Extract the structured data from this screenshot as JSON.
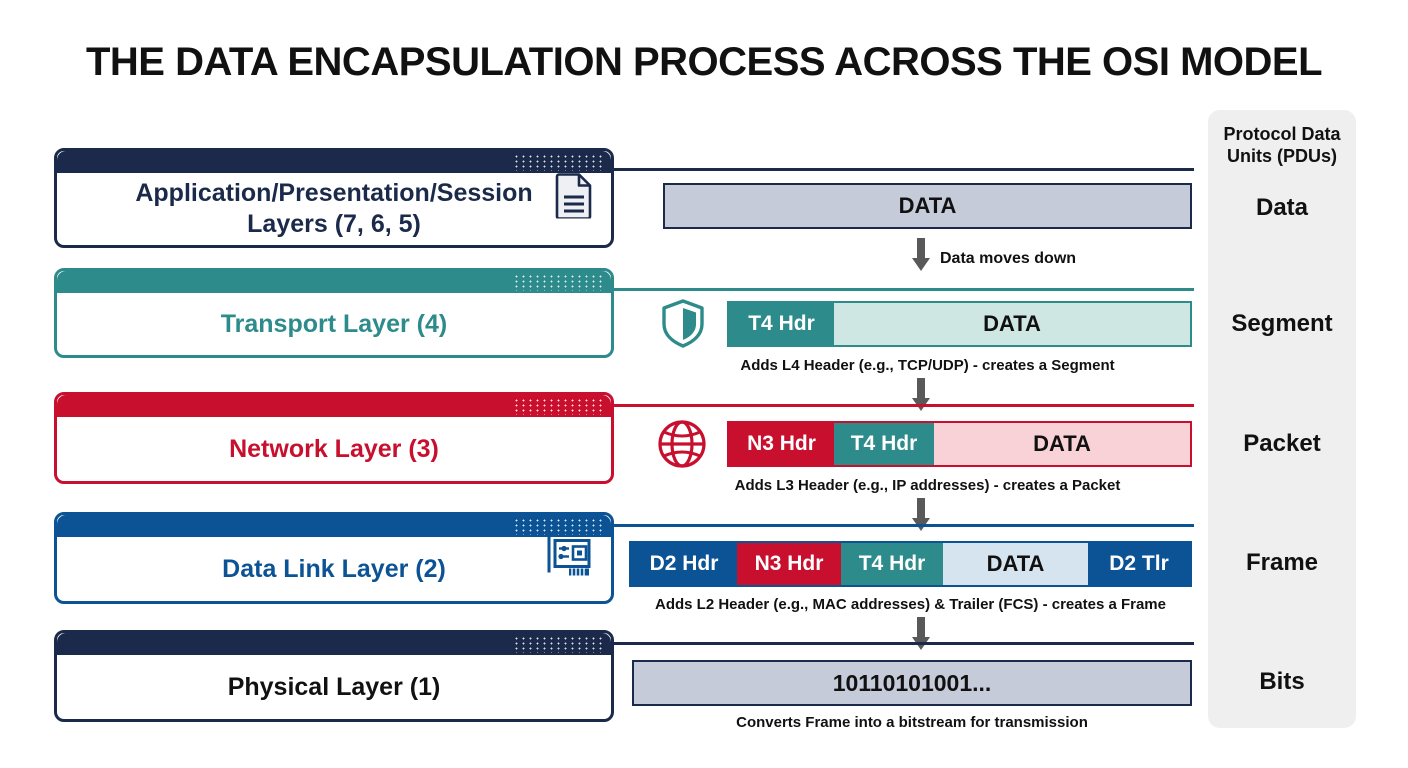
{
  "title": "THE DATA ENCAPSULATION PROCESS ACROSS THE OSI MODEL",
  "pdu_panel": {
    "heading_line1": "Protocol Data",
    "heading_line2": "Units (PDUs)",
    "labels": [
      "Data",
      "Segment",
      "Packet",
      "Frame",
      "Bits"
    ]
  },
  "arrow_note": "Data moves down",
  "colors": {
    "navy": "#1d3557",
    "teal": "#2e8b8b",
    "crimson": "#c8102e",
    "blue": "#0b5394",
    "dark_navy": "#1b2a4a",
    "data_gray": "#c5cbd9",
    "data_teal": "#cfe7e3",
    "data_pink": "#f9d2d8",
    "data_blue": "#d6e4f0",
    "arrow_gray": "#595959",
    "panel_gray": "#efefef"
  },
  "layers": [
    {
      "id": "application",
      "name_line1": "Application/Presentation/Session",
      "name_line2": "Layers (7, 6, 5)",
      "text_color": "#1b2a4a",
      "strip_color": "#1b2a4a",
      "border_color": "#1b2a4a",
      "icon": "document-icon",
      "pdu": "Data",
      "caption": "",
      "segments": [
        {
          "label": "DATA",
          "bg": "#c5cbd9",
          "fg": "#111111",
          "flex": 1
        }
      ]
    },
    {
      "id": "transport",
      "name_line1": "Transport Layer (4)",
      "name_line2": "",
      "text_color": "#2e8b8b",
      "strip_color": "#2e8b8b",
      "border_color": "#2e8b8b",
      "icon": "shield-icon",
      "pdu": "Segment",
      "caption": "Adds L4 Header (e.g., TCP/UDP) - creates a Segment",
      "segments": [
        {
          "label": "T4 Hdr",
          "bg": "#2e8b8b",
          "fg": "#ffffff",
          "flex": 0,
          "width": 105
        },
        {
          "label": "DATA",
          "bg": "#cfe7e3",
          "fg": "#111111",
          "flex": 1
        }
      ]
    },
    {
      "id": "network",
      "name_line1": "Network Layer (3)",
      "name_line2": "",
      "text_color": "#c8102e",
      "strip_color": "#c8102e",
      "border_color": "#c8102e",
      "icon": "globe-icon",
      "pdu": "Packet",
      "caption": "Adds L3 Header (e.g., IP addresses) - creates a Packet",
      "segments": [
        {
          "label": "N3 Hdr",
          "bg": "#c8102e",
          "fg": "#ffffff",
          "flex": 0,
          "width": 105
        },
        {
          "label": "T4 Hdr",
          "bg": "#2e8b8b",
          "fg": "#ffffff",
          "flex": 0,
          "width": 100
        },
        {
          "label": "DATA",
          "bg": "#f9d2d8",
          "fg": "#111111",
          "flex": 1
        }
      ]
    },
    {
      "id": "datalink",
      "name_line1": "Data Link Layer (2)",
      "name_line2": "",
      "text_color": "#0b5394",
      "strip_color": "#0b5394",
      "border_color": "#0b5394",
      "icon": "network-card-icon",
      "pdu": "Frame",
      "caption": "Adds L2 Header (e.g., MAC addresses) & Trailer (FCS) - creates a Frame",
      "segments": [
        {
          "label": "D2 Hdr",
          "bg": "#0b5394",
          "fg": "#ffffff",
          "flex": 0,
          "width": 106
        },
        {
          "label": "N3 Hdr",
          "bg": "#c8102e",
          "fg": "#ffffff",
          "flex": 0,
          "width": 104
        },
        {
          "label": "T4 Hdr",
          "bg": "#2e8b8b",
          "fg": "#ffffff",
          "flex": 0,
          "width": 102
        },
        {
          "label": "DATA",
          "bg": "#d6e4f0",
          "fg": "#111111",
          "flex": 1
        },
        {
          "label": "D2 Tlr",
          "bg": "#0b5394",
          "fg": "#ffffff",
          "flex": 0,
          "width": 102
        }
      ]
    },
    {
      "id": "physical",
      "name_line1": "Physical Layer (1)",
      "name_line2": "",
      "text_color": "#111111",
      "strip_color": "#1b2a4a",
      "border_color": "#1b2a4a",
      "icon": "",
      "pdu": "Bits",
      "caption": "Converts Frame into a bitstream for transmission",
      "segments": [
        {
          "label": "10110101001...",
          "bg": "#c5cbd9",
          "fg": "#111111",
          "flex": 1
        }
      ]
    }
  ]
}
